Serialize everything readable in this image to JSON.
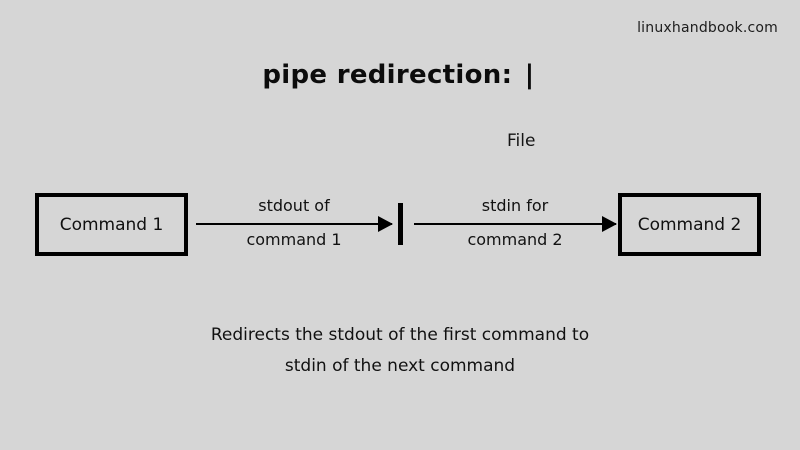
{
  "page": {
    "background_color": "#d6d6d6",
    "ink_color": "#000000",
    "watermark": "linuxhandbook.com",
    "title": "pipe redirection: ",
    "title_symbol": "|"
  },
  "diagram": {
    "file_label": "File",
    "pipe_symbol": "|",
    "boxes": [
      {
        "label": "Command 1",
        "name": "command-1-box"
      },
      {
        "label": "Command 2",
        "name": "command-2-box"
      }
    ],
    "arrows": [
      {
        "name": "stdout-arrow",
        "label_above": "stdout of",
        "label_below": "command 1",
        "direction": "right"
      },
      {
        "name": "stdin-arrow",
        "label_above": "stdin for",
        "label_below": "command 2",
        "direction": "right"
      }
    ]
  },
  "caption": {
    "line1": "Redirects the stdout of the first command to",
    "line2": "stdin of the next command"
  }
}
